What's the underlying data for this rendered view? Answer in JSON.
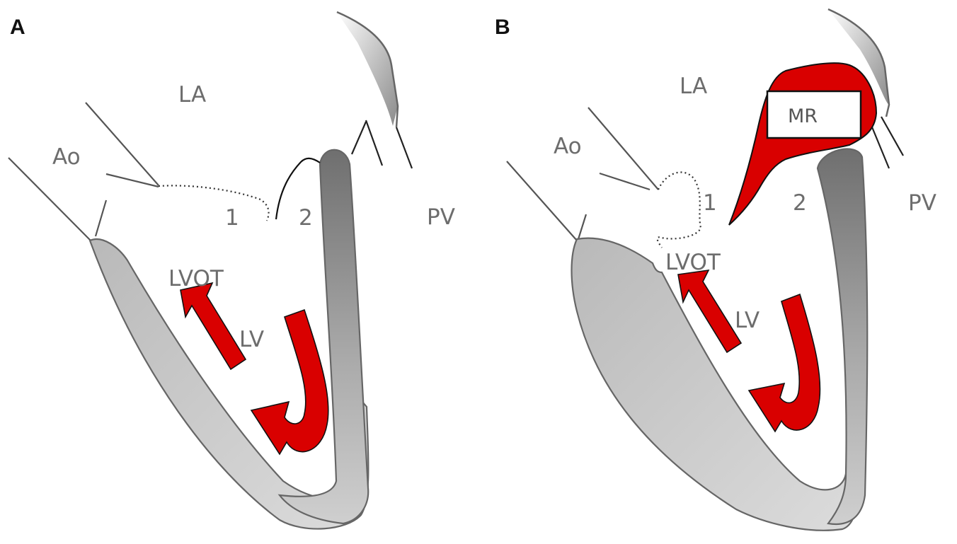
{
  "colors": {
    "flow_arrow": "#d90000",
    "regurgitant_jet": "#d90000",
    "myocardium_light": "#c4c4c4",
    "myocardium_dark": "#7d7d7d",
    "label_text": "#6d6d6d"
  },
  "panel_a": {
    "letter": "A",
    "labels": {
      "la": "LA",
      "ao": "Ao",
      "pv": "PV",
      "one": "1",
      "two": "2",
      "lvot": "LVOT",
      "lv": "LV"
    }
  },
  "panel_b": {
    "letter": "B",
    "labels": {
      "la": "LA",
      "ao": "Ao",
      "pv": "PV",
      "one": "1",
      "two": "2",
      "lvot": "LVOT",
      "lv": "LV",
      "mr": "MR"
    }
  },
  "icons": {
    "straight_arrow": "lvot-outflow-arrow-icon",
    "hook_arrow": "lv-swirl-arrow-icon"
  }
}
